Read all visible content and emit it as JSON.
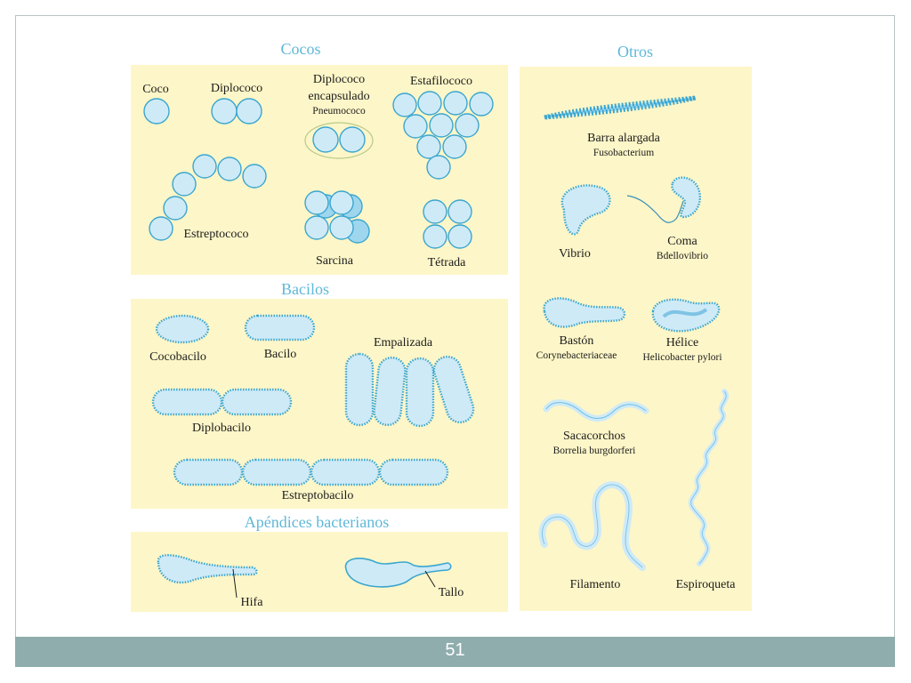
{
  "slide": {
    "page_number": "51",
    "accent_color": "#5fb8d8",
    "panel_color": "#fdf6c8",
    "cell_fill": "#cfeaf7",
    "cell_stroke": "#3aa6cf",
    "footer_color": "#8fadad"
  },
  "sections": {
    "cocos": "Cocos",
    "otros": "Otros",
    "bacilos": "Bacilos",
    "apendices": "Apéndices bacterianos"
  },
  "cocos": {
    "coco": "Coco",
    "diplococo": "Diplococo",
    "diplococo_enc_1": "Diplococo",
    "diplococo_enc_2": "encapsulado",
    "pneumococo": "Pneumococo",
    "estafilococo": "Estafilococo",
    "estreptococo": "Estreptococo",
    "sarcina": "Sarcina",
    "tetrada": "Tétrada"
  },
  "bacilos": {
    "cocobacilo": "Cocobacilo",
    "bacilo": "Bacilo",
    "empalizada": "Empalizada",
    "diplobacilo": "Diplobacilo",
    "estreptobacilo": "Estreptobacilo"
  },
  "apendices": {
    "hifa": "Hifa",
    "tallo": "Tallo"
  },
  "otros": {
    "barra": "Barra alargada",
    "fusobacterium": "Fusobacterium",
    "vibrio": "Vibrio",
    "coma": "Coma",
    "bdellovibrio": "Bdellovibrio",
    "baston": "Bastón",
    "corynebacteriaceae": "Corynebacteriaceae",
    "helice": "Hélice",
    "helicobacter": "Helicobacter pylori",
    "sacacorchos": "Sacacorchos",
    "borrelia": "Borrelia burgdorferi",
    "filamento": "Filamento",
    "espiroqueta": "Espiroqueta"
  }
}
